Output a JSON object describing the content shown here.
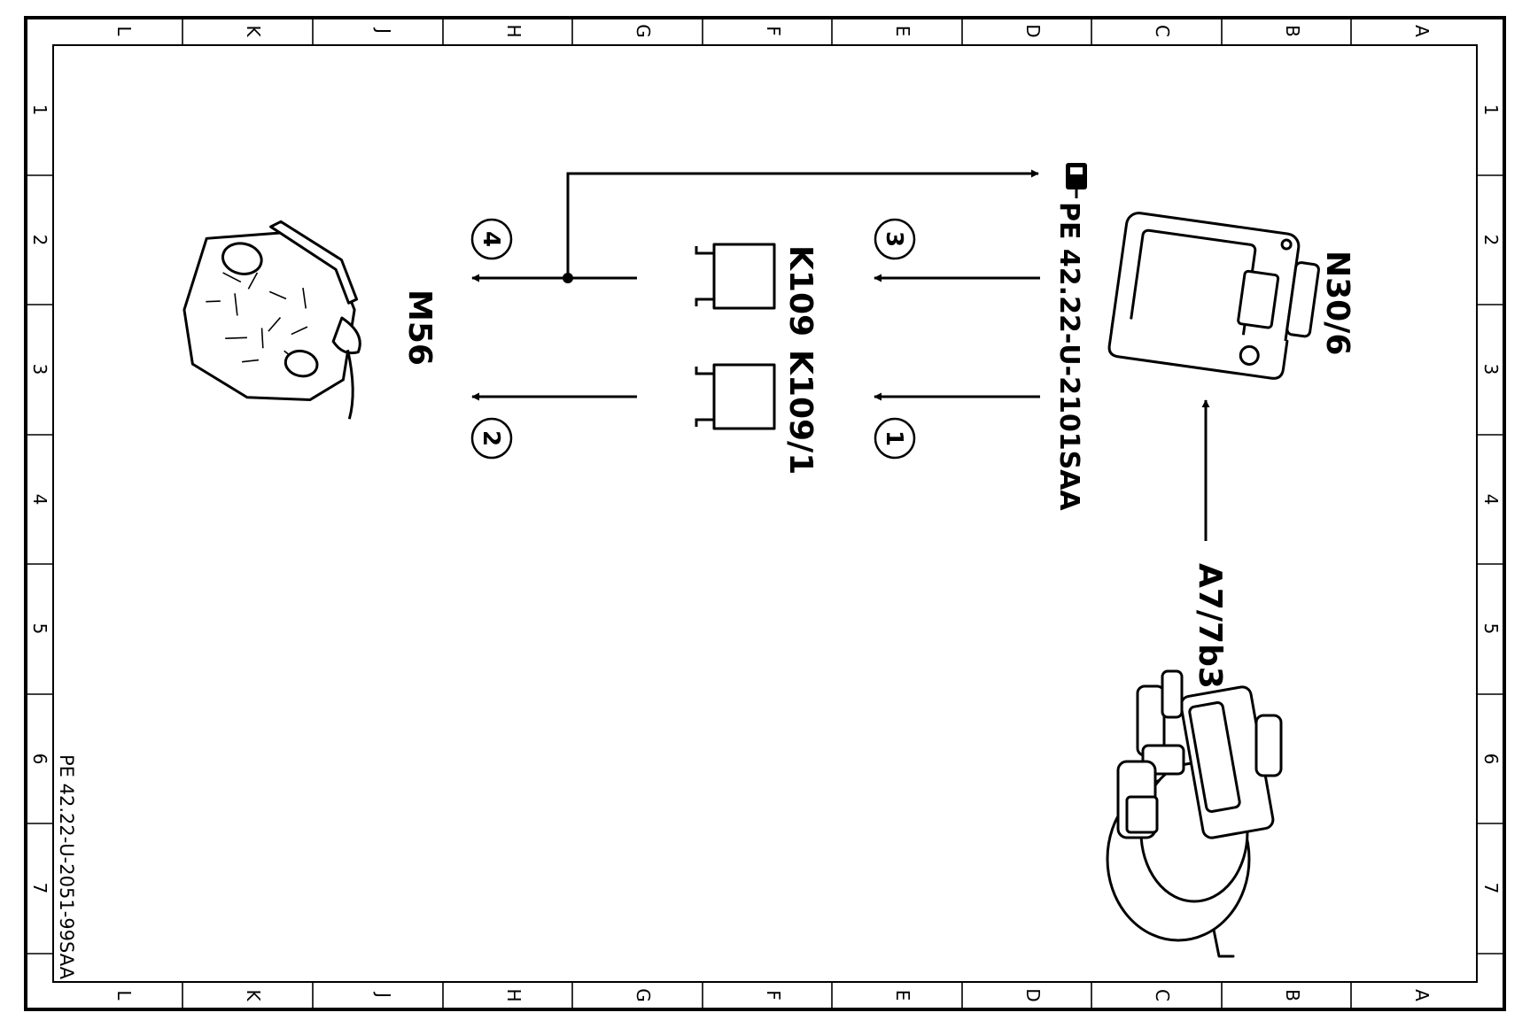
{
  "frame": {
    "col_labels": [
      "L",
      "K",
      "J",
      "H",
      "G",
      "F",
      "E",
      "D",
      "C",
      "B",
      "A"
    ],
    "row_labels": [
      "1",
      "2",
      "3",
      "4",
      "5",
      "6",
      "7"
    ]
  },
  "components": {
    "n30_6": "N30/6",
    "a7_7b3": "A7/7b3",
    "m56": "M56",
    "k109": "K109",
    "k109_1": "K109/1"
  },
  "reference": {
    "icon": "pointing-hand-icon",
    "text": "PE  42.22-U-2101SAA"
  },
  "signals": [
    "1",
    "2",
    "3",
    "4"
  ],
  "drawing_id": "PE  42.22-U-2051-99SAA"
}
